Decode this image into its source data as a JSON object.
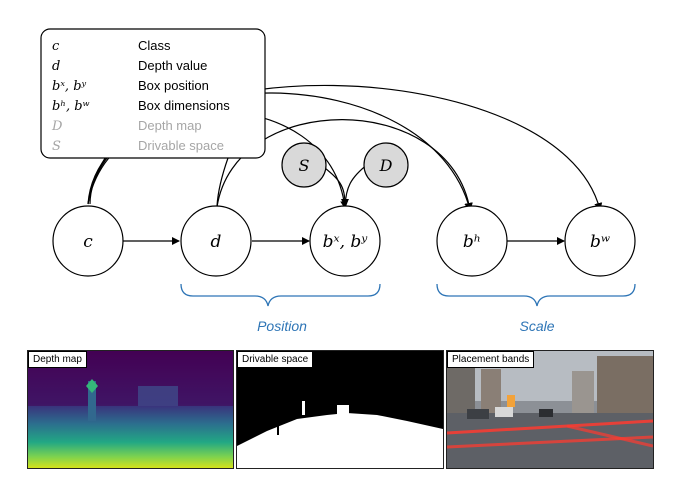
{
  "legend": {
    "items": [
      {
        "symbol": "c",
        "label": "Class",
        "muted": false
      },
      {
        "symbol": "d",
        "label": "Depth value",
        "muted": false
      },
      {
        "symbol": "bˣ, bʸ",
        "label": "Box position",
        "muted": false
      },
      {
        "symbol": "bʰ, bʷ",
        "label": "Box dimensions",
        "muted": false
      },
      {
        "symbol": "D",
        "label": "Depth map",
        "muted": true
      },
      {
        "symbol": "S",
        "label": "Drivable space",
        "muted": true
      }
    ]
  },
  "nodes": {
    "c": "c",
    "d": "d",
    "bxy": "bˣ, bʸ",
    "bh": "bʰ",
    "bw": "bʷ",
    "S": "S",
    "D": "D"
  },
  "groups": {
    "position": "Position",
    "scale": "Scale"
  },
  "panels": {
    "depth": "Depth map",
    "drivable": "Drivable space",
    "placement": "Placement bands"
  },
  "colors": {
    "accent": "#2e75b6",
    "observed_fill": "#d9d9d9",
    "muted_text": "#a6a6a6"
  }
}
